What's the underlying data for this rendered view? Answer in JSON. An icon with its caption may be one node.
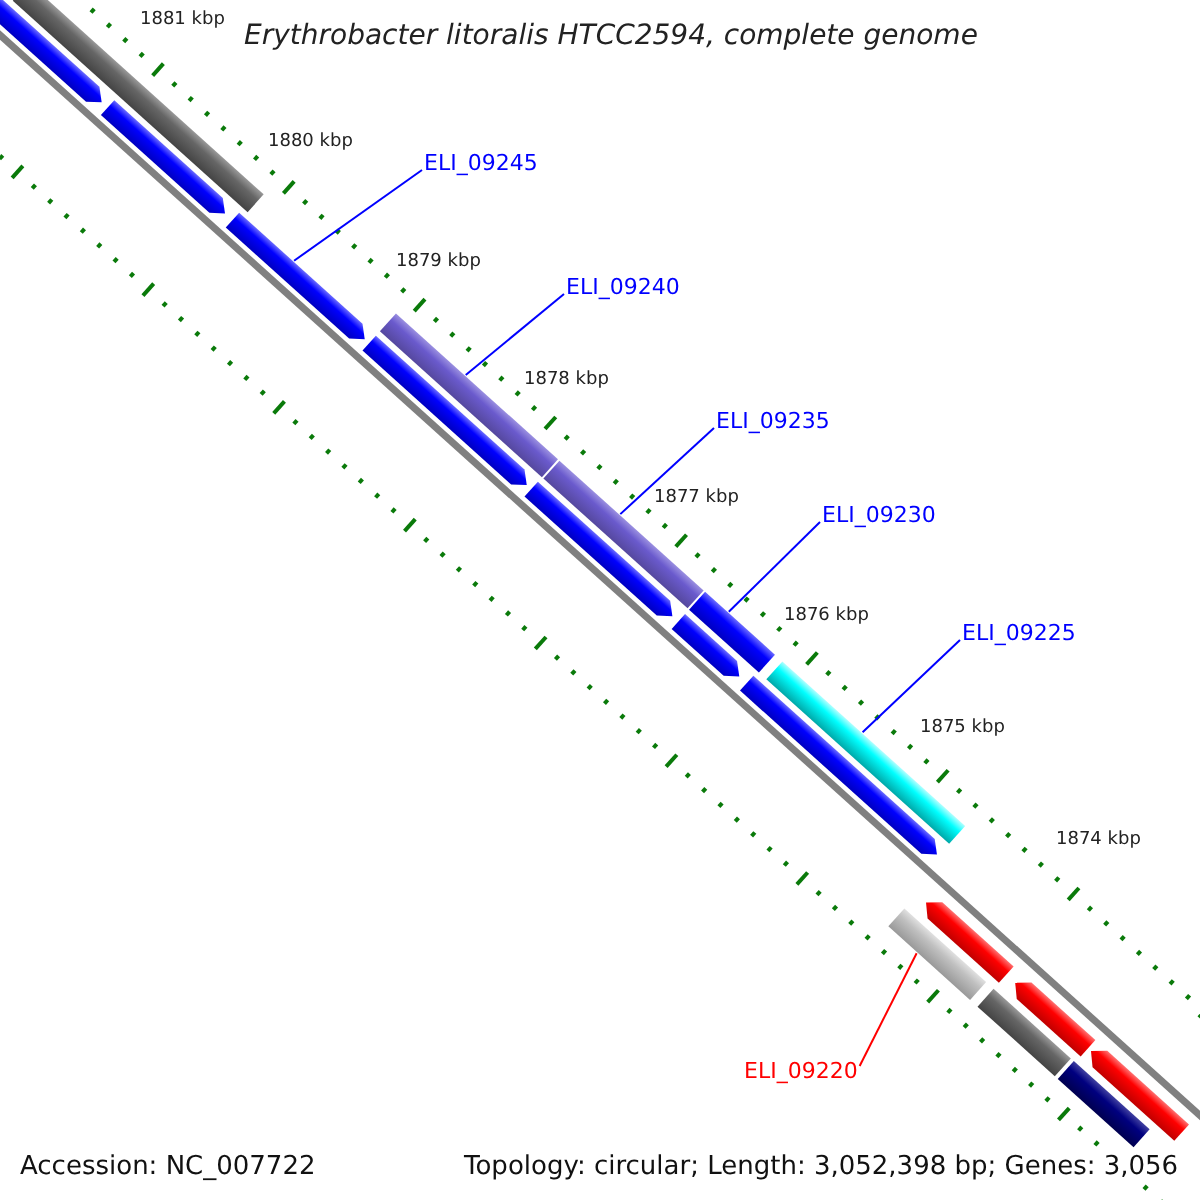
{
  "diagram": {
    "title": "Erythrobacter litoralis HTCC2594, complete genome",
    "nodes": [
      {
        "text": [
          "ELI_09245"
        ]
      },
      {
        "text": [
          "ELI_09240"
        ]
      },
      {
        "text": [
          "ELI_09235"
        ]
      },
      {
        "text": [
          "ELI_09230"
        ]
      },
      {
        "text": [
          "ELI_09225"
        ]
      },
      {
        "text": [
          "ELI_09220"
        ]
      },
      {
        "text": [],
        "shape": "arrow"
      },
      {
        "text": [],
        "shape": "bar"
      },
      {
        "text": [],
        "shape": "arrow"
      },
      {
        "text": [],
        "shape": "arrow"
      },
      {
        "text": [],
        "shape": "bar"
      },
      {
        "text": [],
        "shape": "arrow"
      },
      {
        "text": [],
        "shape": "bar"
      },
      {
        "text": [],
        "shape": "arrow"
      },
      {
        "text": [],
        "shape": "bar"
      },
      {
        "text": [],
        "shape": "arrow"
      },
      {
        "text": [],
        "shape": "bar"
      },
      {
        "text": [],
        "shape": "arrow"
      },
      {
        "text": [],
        "shape": "bar"
      },
      {
        "text": [],
        "shape": "arrow"
      },
      {
        "text": [],
        "shape": "bar"
      },
      {
        "text": [],
        "shape": "arrow"
      },
      {
        "text": [],
        "shape": "bar"
      },
      {
        "text": [],
        "shape": "arrow"
      }
    ],
    "edges": [
      {
        "from": 0,
        "to": 9,
        "arrow": "none"
      },
      {
        "from": 1,
        "to": 10,
        "arrow": "none"
      },
      {
        "from": 2,
        "to": 12,
        "arrow": "none"
      },
      {
        "from": 3,
        "to": 14,
        "arrow": "none"
      },
      {
        "from": 4,
        "to": 16,
        "arrow": "none"
      },
      {
        "from": 5,
        "to": 18,
        "arrow": "none",
        "color": "#ff0000"
      }
    ],
    "labels": [
      "1881 kbp",
      "1880 kbp",
      "1879 kbp",
      "1878 kbp",
      "1877 kbp",
      "1876 kbp",
      "1875 kbp",
      "1874 kbp",
      "Accession: NC_007722",
      "Topology: circular; Length: 3,052,398 bp; Genes: 3,056"
    ]
  }
}
